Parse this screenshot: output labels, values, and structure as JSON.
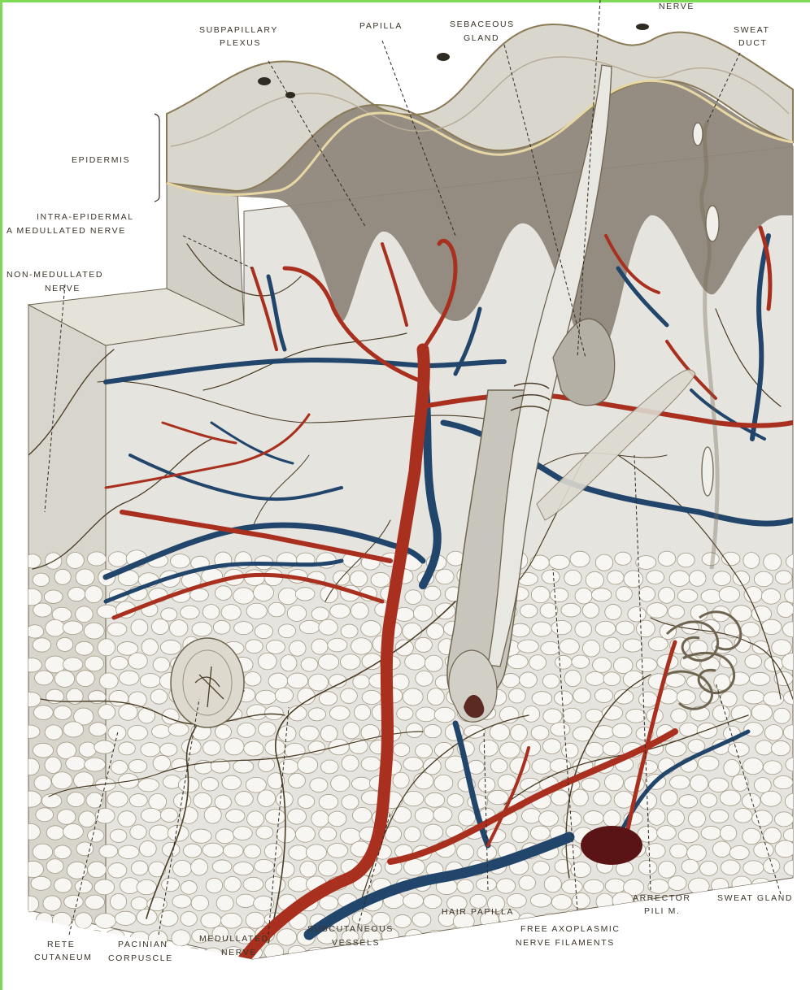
{
  "labels": {
    "nerve": "NERVE",
    "subpapillary_1": "SUBPAPILLARY",
    "subpapillary_2": "PLEXUS",
    "papilla": "PAPILLA",
    "sebaceous_1": "SEBACEOUS",
    "sebaceous_2": "GLAND",
    "sweat_duct_1": "SWEAT",
    "sweat_duct_2": "DUCT",
    "epidermis": "EPIDERMIS",
    "intra_1": "INTRA-EPIDERMAL",
    "intra_2": "A MEDULLATED NERVE",
    "nonmed_1": "NON-MEDULLATED",
    "nonmed_2": "NERVE",
    "rete_1": "RETE",
    "rete_2": "CUTANEUM",
    "pacinian_1": "PACINIAN",
    "pacinian_2": "CORPUSCLE",
    "medullated_1": "MEDULLATED",
    "medullated_2": "NERVE",
    "subcut_1": "SUBCUTANEOUS",
    "subcut_2": "VESSELS",
    "hair_papilla": "HAIR PAPILLA",
    "free_1": "FREE AXOPLASMIC",
    "free_2": "NERVE FILAMENTS",
    "arrector_1": "ARRECTOR",
    "arrector_2": "PILI M.",
    "sweat_gland": "SWEAT GLAND"
  },
  "colors": {
    "frame": "#7ed957",
    "artery": "#a9301f",
    "vein": "#22466b",
    "nerve": "#4a3c25",
    "epidermis": "#d9d6cd",
    "papillary": "#8f877a",
    "dermis": "#e6e4de",
    "fat_cell": "#f7f6f2"
  }
}
